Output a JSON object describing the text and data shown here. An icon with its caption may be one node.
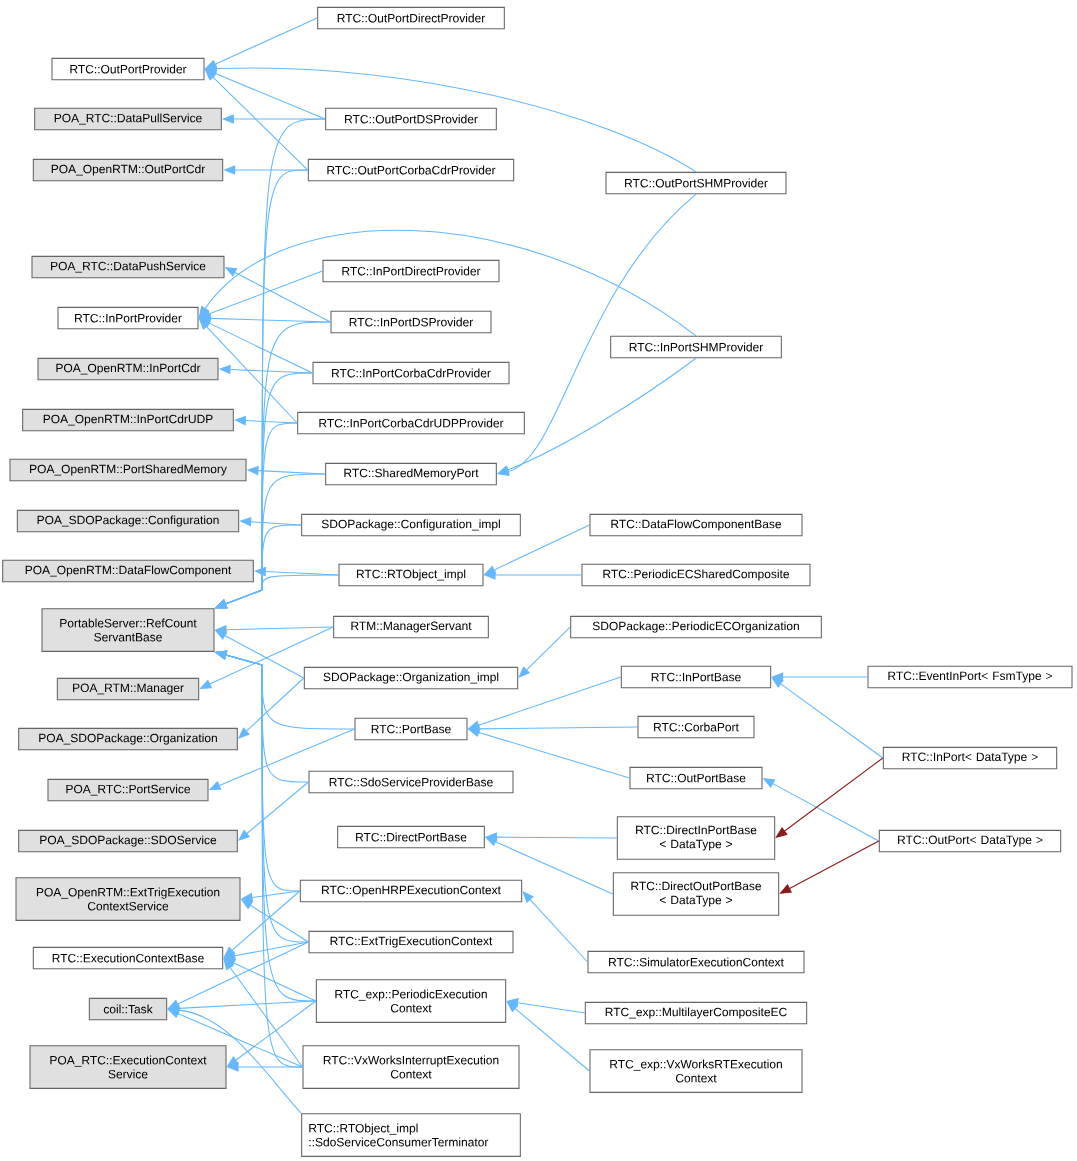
{
  "diagram": {
    "nodes": [
      {
        "text": [
          "RTC::OutPortProvider"
        ]
      },
      {
        "text": [
          "POA_RTC::DataPullService"
        ]
      },
      {
        "text": [
          "POA_OpenRTM::OutPortCdr"
        ]
      },
      {
        "text": [
          "POA_RTC::DataPushService"
        ]
      },
      {
        "text": [
          "RTC::InPortProvider"
        ]
      },
      {
        "text": [
          "POA_OpenRTM::InPortCdr"
        ]
      },
      {
        "text": [
          "POA_OpenRTM::InPortCdrUDP"
        ]
      },
      {
        "text": [
          "POA_OpenRTM::PortSharedMemory"
        ]
      },
      {
        "text": [
          "POA_SDOPackage::Configuration"
        ]
      },
      {
        "text": [
          "POA_OpenRTM::DataFlowComponent"
        ]
      },
      {
        "text": [
          "PortableServer::RefCount ServantBase"
        ]
      },
      {
        "text": [
          "POA_RTM::Manager"
        ]
      },
      {
        "text": [
          "POA_SDOPackage::Organization"
        ]
      },
      {
        "text": [
          "POA_RTC::PortService"
        ]
      },
      {
        "text": [
          "POA_SDOPackage::SDOService"
        ]
      },
      {
        "text": [
          "POA_OpenRTM::ExtTrigExecution ContextService"
        ]
      },
      {
        "text": [
          "RTC::ExecutionContextBase"
        ]
      },
      {
        "text": [
          "coil::Task"
        ]
      },
      {
        "text": [
          "POA_RTC::ExecutionContext Service"
        ]
      },
      {
        "text": [
          "RTC::OutPortDirectProvider"
        ]
      },
      {
        "text": [
          "RTC::OutPortDSProvider"
        ]
      },
      {
        "text": [
          "RTC::OutPortCorbaCdrProvider"
        ]
      },
      {
        "text": [
          "RTC::InPortDirectProvider"
        ]
      },
      {
        "text": [
          "RTC::InPortDSProvider"
        ]
      },
      {
        "text": [
          "RTC::InPortCorbaCdrProvider"
        ]
      },
      {
        "text": [
          "RTC::InPortCorbaCdrUDPProvider"
        ]
      },
      {
        "text": [
          "RTC::SharedMemoryPort"
        ]
      },
      {
        "text": [
          "SDOPackage::Configuration_impl"
        ]
      },
      {
        "text": [
          "RTC::RTObject_impl"
        ]
      },
      {
        "text": [
          "RTM::ManagerServant"
        ]
      },
      {
        "text": [
          "SDOPackage::Organization_impl"
        ]
      },
      {
        "text": [
          "RTC::PortBase"
        ]
      },
      {
        "text": [
          "RTC::SdoServiceProviderBase"
        ]
      },
      {
        "text": [
          "RTC::DirectPortBase"
        ]
      },
      {
        "text": [
          "RTC::OpenHRPExecutionContext"
        ]
      },
      {
        "text": [
          "RTC::ExtTrigExecutionContext"
        ]
      },
      {
        "text": [
          "RTC_exp::PeriodicExecution Context"
        ]
      },
      {
        "text": [
          "RTC::VxWorksInterruptExecution Context"
        ]
      },
      {
        "text": [
          "RTC::RTObject_impl ::SdoServiceConsumerTerminator"
        ]
      },
      {
        "text": [
          "RTC::OutPortSHMProvider"
        ]
      },
      {
        "text": [
          "RTC::InPortSHMProvider"
        ]
      },
      {
        "text": [
          "RTC::DataFlowComponentBase"
        ]
      },
      {
        "text": [
          "RTC::PeriodicECSharedComposite"
        ]
      },
      {
        "text": [
          "SDOPackage::PeriodicECOrganization"
        ]
      },
      {
        "text": [
          "RTC::InPortBase"
        ]
      },
      {
        "text": [
          "RTC::CorbaPort"
        ]
      },
      {
        "text": [
          "RTC::OutPortBase"
        ]
      },
      {
        "text": [
          "RTC::DirectInPortBase < DataType >"
        ]
      },
      {
        "text": [
          "RTC::DirectOutPortBase < DataType >"
        ]
      },
      {
        "text": [
          "RTC::SimulatorExecutionContext"
        ]
      },
      {
        "text": [
          "RTC_exp::MultilayerCompositeEC"
        ]
      },
      {
        "text": [
          "RTC_exp::VxWorksRTExecution Context"
        ]
      },
      {
        "text": [
          "RTC::EventInPort< FsmType >"
        ]
      },
      {
        "text": [
          "RTC::InPort< DataType >"
        ]
      },
      {
        "text": [
          "RTC::OutPort< DataType >"
        ]
      }
    ],
    "edges": [
      {
        "from": 19,
        "to": 0,
        "arrow": "to"
      },
      {
        "from": 20,
        "to": 0,
        "arrow": "to"
      },
      {
        "from": 21,
        "to": 0,
        "arrow": "to"
      },
      {
        "from": 39,
        "to": 0,
        "arrow": "to"
      },
      {
        "from": 20,
        "to": 1,
        "arrow": "to"
      },
      {
        "from": 21,
        "to": 2,
        "arrow": "to"
      },
      {
        "from": 23,
        "to": 3,
        "arrow": "to"
      },
      {
        "from": 22,
        "to": 4,
        "arrow": "to"
      },
      {
        "from": 23,
        "to": 4,
        "arrow": "to"
      },
      {
        "from": 24,
        "to": 4,
        "arrow": "to"
      },
      {
        "from": 25,
        "to": 4,
        "arrow": "to"
      },
      {
        "from": 40,
        "to": 4,
        "arrow": "to"
      },
      {
        "from": 24,
        "to": 5,
        "arrow": "to"
      },
      {
        "from": 25,
        "to": 6,
        "arrow": "to"
      },
      {
        "from": 26,
        "to": 7,
        "arrow": "to"
      },
      {
        "from": 27,
        "to": 8,
        "arrow": "to"
      },
      {
        "from": 28,
        "to": 9,
        "arrow": "to"
      },
      {
        "from": 20,
        "to": 10,
        "arrow": "to"
      },
      {
        "from": 21,
        "to": 10,
        "arrow": "to"
      },
      {
        "from": 23,
        "to": 10,
        "arrow": "to"
      },
      {
        "from": 24,
        "to": 10,
        "arrow": "to"
      },
      {
        "from": 25,
        "to": 10,
        "arrow": "to"
      },
      {
        "from": 26,
        "to": 10,
        "arrow": "to"
      },
      {
        "from": 27,
        "to": 10,
        "arrow": "to"
      },
      {
        "from": 28,
        "to": 10,
        "arrow": "to"
      },
      {
        "from": 29,
        "to": 10,
        "arrow": "to"
      },
      {
        "from": 30,
        "to": 10,
        "arrow": "to"
      },
      {
        "from": 31,
        "to": 10,
        "arrow": "to"
      },
      {
        "from": 32,
        "to": 10,
        "arrow": "to"
      },
      {
        "from": 34,
        "to": 10,
        "arrow": "to"
      },
      {
        "from": 35,
        "to": 10,
        "arrow": "to"
      },
      {
        "from": 36,
        "to": 10,
        "arrow": "to"
      },
      {
        "from": 37,
        "to": 10,
        "arrow": "to"
      },
      {
        "from": 29,
        "to": 11,
        "arrow": "to"
      },
      {
        "from": 30,
        "to": 12,
        "arrow": "to"
      },
      {
        "from": 31,
        "to": 13,
        "arrow": "to"
      },
      {
        "from": 32,
        "to": 14,
        "arrow": "to"
      },
      {
        "from": 34,
        "to": 15,
        "arrow": "to"
      },
      {
        "from": 35,
        "to": 15,
        "arrow": "to"
      },
      {
        "from": 34,
        "to": 16,
        "arrow": "to"
      },
      {
        "from": 35,
        "to": 16,
        "arrow": "to"
      },
      {
        "from": 36,
        "to": 16,
        "arrow": "to"
      },
      {
        "from": 37,
        "to": 16,
        "arrow": "to"
      },
      {
        "from": 35,
        "to": 17,
        "arrow": "to"
      },
      {
        "from": 36,
        "to": 17,
        "arrow": "to"
      },
      {
        "from": 37,
        "to": 17,
        "arrow": "to"
      },
      {
        "from": 38,
        "to": 17,
        "arrow": "to"
      },
      {
        "from": 36,
        "to": 18,
        "arrow": "to"
      },
      {
        "from": 37,
        "to": 18,
        "arrow": "to"
      },
      {
        "from": 39,
        "to": 26,
        "arrow": "to"
      },
      {
        "from": 40,
        "to": 26,
        "arrow": "to"
      },
      {
        "from": 41,
        "to": 28,
        "arrow": "to"
      },
      {
        "from": 42,
        "to": 28,
        "arrow": "to"
      },
      {
        "from": 43,
        "to": 30,
        "arrow": "to"
      },
      {
        "from": 44,
        "to": 31,
        "arrow": "to"
      },
      {
        "from": 45,
        "to": 31,
        "arrow": "to"
      },
      {
        "from": 46,
        "to": 31,
        "arrow": "to"
      },
      {
        "from": 47,
        "to": 33,
        "arrow": "to"
      },
      {
        "from": 48,
        "to": 33,
        "arrow": "to"
      },
      {
        "from": 49,
        "to": 34,
        "arrow": "to"
      },
      {
        "from": 50,
        "to": 36,
        "arrow": "to"
      },
      {
        "from": 51,
        "to": 36,
        "arrow": "to"
      },
      {
        "from": 52,
        "to": 44,
        "arrow": "to"
      },
      {
        "from": 53,
        "to": 44,
        "arrow": "to"
      },
      {
        "from": 54,
        "to": 46,
        "arrow": "to"
      },
      {
        "from": 53,
        "to": 47,
        "arrow": "to",
        "color": "#8b1a1a"
      },
      {
        "from": 54,
        "to": 48,
        "arrow": "to",
        "color": "#8b1a1a"
      }
    ]
  }
}
